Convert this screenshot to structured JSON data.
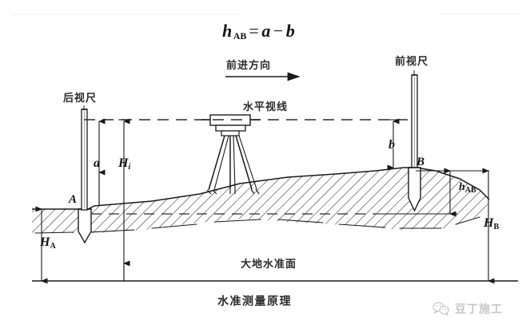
{
  "diagram": {
    "title_caption": "水准测量原理",
    "formula": {
      "lhs_symbol": "h",
      "lhs_subscript": "AB",
      "equals": "=",
      "term_a": "a",
      "minus": "−",
      "term_b": "b",
      "full_text": "h AB = a − b"
    },
    "annotations": {
      "direction_of_travel": "前进方向",
      "backsight_staff": "后视尺",
      "foresight_staff": "前视尺",
      "horizontal_sight_line": "水平视线",
      "geoid_surface": "大地水准面"
    },
    "points": {
      "point_a": "A",
      "point_b": "B"
    },
    "dimensions": {
      "backsight_reading": {
        "symbol": "a",
        "subscript": ""
      },
      "instrument_height": {
        "symbol": "H",
        "subscript": "i"
      },
      "elevation_a": {
        "symbol": "H",
        "subscript": "A"
      },
      "foresight_reading": {
        "symbol": "b",
        "subscript": ""
      },
      "height_difference": {
        "symbol": "h",
        "subscript": "AB"
      },
      "elevation_b": {
        "symbol": "H",
        "subscript": "B"
      }
    },
    "colors": {
      "ink": "#1a1a1a",
      "ground_hatch": "#2b2b2b",
      "dashed_line": "#3a3a3a",
      "background": "#ffffff",
      "watermark": "#9a9a9a"
    }
  },
  "watermark": {
    "icon": "wechat-icon",
    "text": "豆丁施工"
  }
}
